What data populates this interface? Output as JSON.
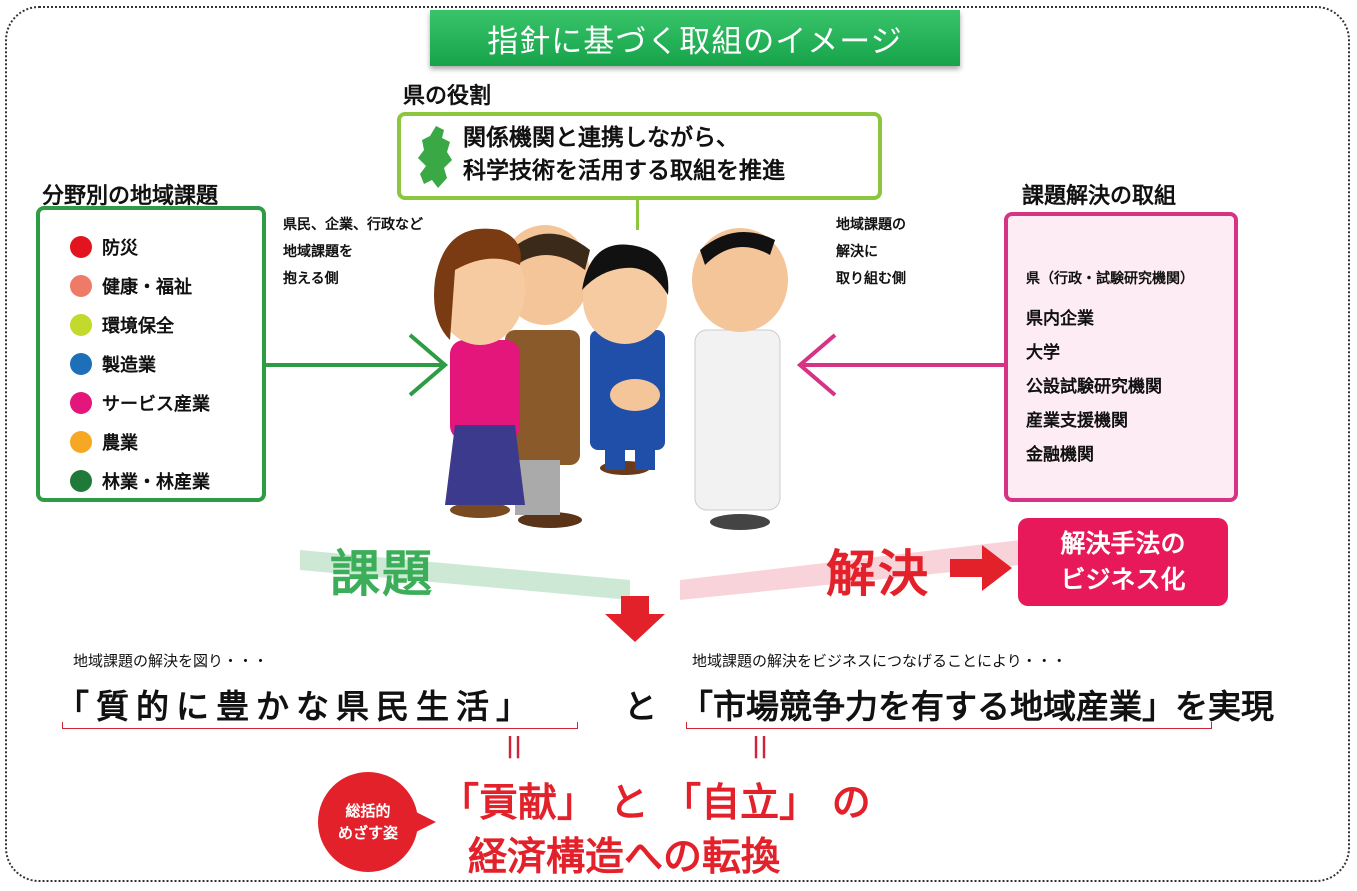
{
  "title": "指針に基づく取組のイメージ",
  "prefecture_role": {
    "heading": "県の役割",
    "text": "関係機関と連携しながら、\n科学技術を活用する取組を推進"
  },
  "regional_issues": {
    "heading": "分野別の地域課題",
    "items": [
      {
        "label": "防災",
        "color": "#e3141f"
      },
      {
        "label": "健康・福祉",
        "color": "#ee7b68"
      },
      {
        "label": "環境保全",
        "color": "#c3d92c"
      },
      {
        "label": "製造業",
        "color": "#1c6fb8"
      },
      {
        "label": "サービス産業",
        "color": "#e4157b"
      },
      {
        "label": "農業",
        "color": "#f6a825"
      },
      {
        "label": "林業・林産業",
        "color": "#1f7a3a"
      }
    ]
  },
  "side_labels": {
    "left": "県民、企業、行政など\n地域課題を\n抱える側",
    "right": "地域課題の\n解決に\n取り組む側"
  },
  "solution_efforts": {
    "heading": "課題解決の取組",
    "items": [
      "県（行政・試験研究機関）",
      "県内企業",
      "大学",
      "公設試験研究機関",
      "産業支援機関",
      "金融機関"
    ]
  },
  "issue_word": "課題",
  "solve_word": "解決",
  "business_box": "解決手法の\nビジネス化",
  "lead_left": "地域課題の解決を図り・・・",
  "lead_right": "地域課題の解決をビジネスにつなげることにより・・・",
  "goal_left": "「質的に豊かな県民生活」",
  "goal_and": "と",
  "goal_right": "「市場競争力を有する地域産業」を実現",
  "equals": "||",
  "badge": "総括的\nめざす姿",
  "final_line1": "「貢献」 と 「自立」 の",
  "final_line2": "経済構造への転換",
  "colors": {
    "green": "#2e9c44",
    "magenta": "#d63384",
    "red": "#e3212b",
    "lime": "#8cc63f"
  }
}
